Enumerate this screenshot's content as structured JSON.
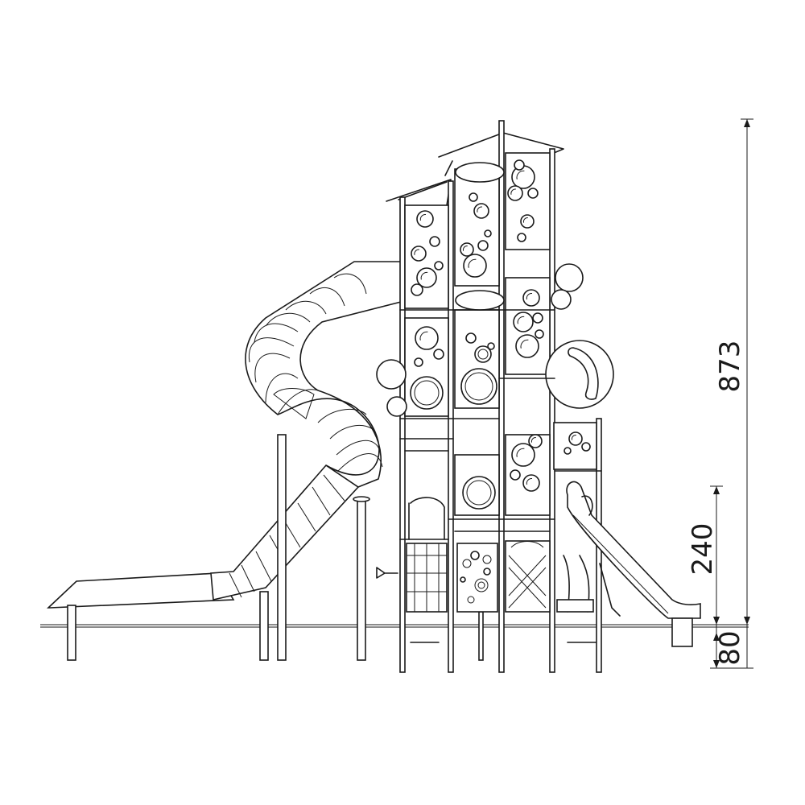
{
  "dimensions": {
    "total_height": "873",
    "platform_height": "240",
    "foundation_depth": "80"
  },
  "colors": {
    "line": "#1a1a1a",
    "background": "#ffffff"
  }
}
